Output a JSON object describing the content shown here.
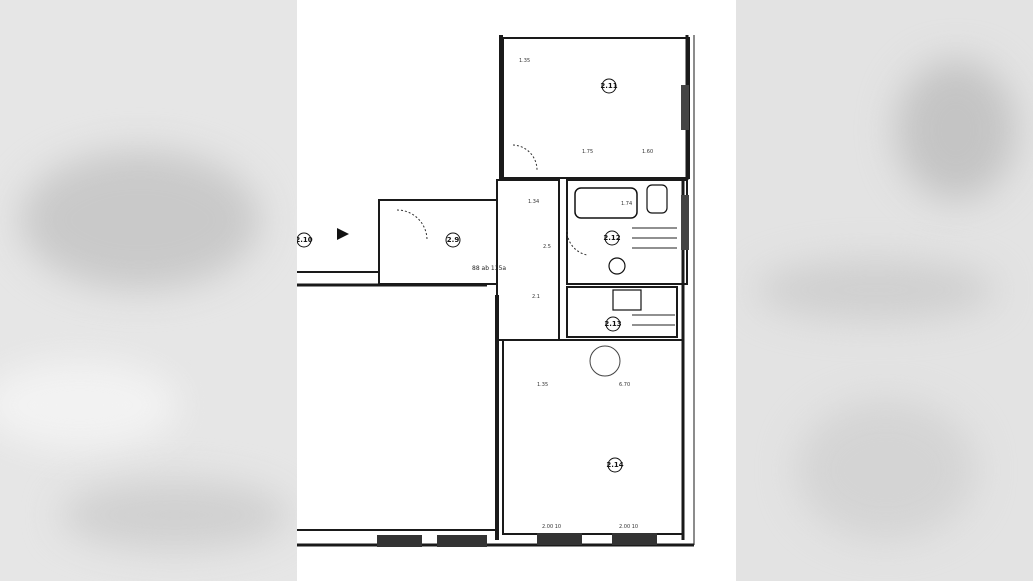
{
  "plan": {
    "room_tags": {
      "r_top": "2.11",
      "r_entry": "2.10",
      "r_hall": "2.9",
      "r_bath": "2.12",
      "r_kitchen": "2.13",
      "r_main": "2.14"
    },
    "labels": {
      "hall_height": "88 ab 135a",
      "top_room_dim": "1.35",
      "width_top_a": "1.75",
      "width_top_b": "1.60",
      "dim_bath": "1.74",
      "dim_a": "1.34",
      "dim_b": "2.5",
      "dim_c": "2.1",
      "dim_main_a": "1.35",
      "dim_main_b": "6.70",
      "win_a": "2.00 10",
      "win_b": "2.00 10"
    }
  },
  "colors": {
    "line": "#1a1a1a",
    "side_bg": "#e5e5e5"
  }
}
